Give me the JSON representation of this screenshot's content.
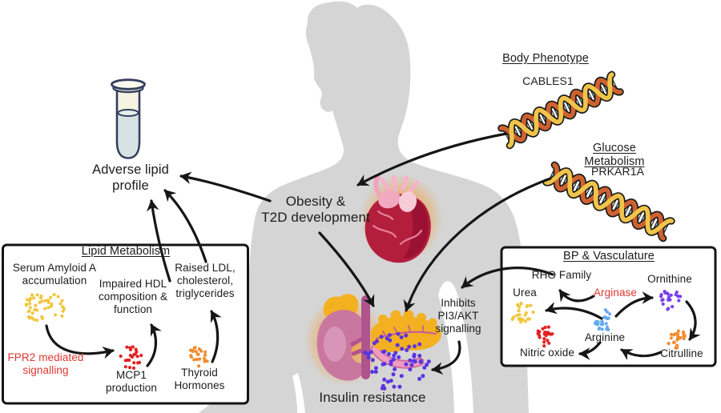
{
  "labels": {
    "adverse_lipid_profile": "Adverse lipid\nprofile",
    "obesity_t2d": "Obesity &\nT2D development",
    "insulin_resistance": "Insulin resistance",
    "inhibits_pi3akt": "Inhibits\nPI3/AKT\nsignalling"
  },
  "genes": {
    "body_phenotype_title": "Body Phenotype",
    "body_phenotype_gene": "CABLES1",
    "glucose_metabolism_title": "Glucose Metabolism",
    "glucose_metabolism_gene": "PRKAR1A"
  },
  "lipid_box": {
    "title": "Lipid Metabolism",
    "serum_amyloid": "Serum Amyloid A\naccumulation",
    "impaired_hdl": "Impaired HDL\ncomposition &\nfunction",
    "raised_ldl": "Raised LDL,\ncholesterol,\ntriglycerides",
    "fpr2": "FPR2 mediated\nsignalling",
    "mcp1": "MCP1\nproduction",
    "thyroid": "Thyroid\nHormones"
  },
  "bp_box": {
    "title": "BP & Vasculature",
    "rho": "RHO Family",
    "urea": "Urea",
    "arginase": "Arginase",
    "ornithine": "Ornithine",
    "nitric_oxide": "Nitric oxide",
    "arginine": "Arginine",
    "citrulline": "Citrulline"
  },
  "icons": {
    "test_tube": "test-tube-icon",
    "heart": "heart-icon",
    "dna_body_phenotype": "dna-icon-cables1",
    "dna_glucose_metabolism": "dna-icon-prkar1a",
    "kidney_pancreas": "kidney-pancreas-icon",
    "body_silhouette": "body-silhouette"
  },
  "colors": {
    "accent_red": "#e0372e",
    "silhouette": "#d5d5d5",
    "arrow": "#161616",
    "box_border": "#141414",
    "dots_yellow": "#f0c73e",
    "dots_red": "#e32222",
    "dots_orange": "#ef8c30",
    "dots_blue": "#64aaf2",
    "dots_purple": "#7a3ff0",
    "dots_violet": "#5b35e0",
    "dna_strand_yellow": "#f0c44a",
    "dna_strand_rust": "#cd6230",
    "dna_rung_cyan": "#8fd2df",
    "dna_rung_white": "#f4f4f4"
  }
}
